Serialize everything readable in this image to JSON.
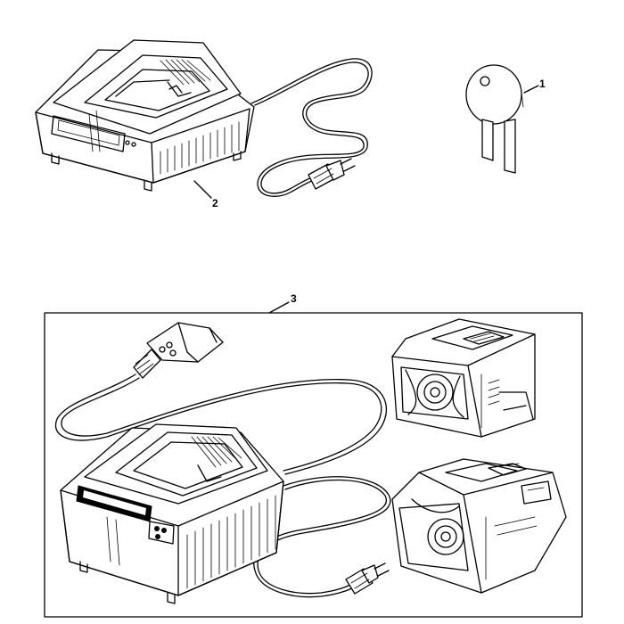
{
  "callouts": [
    {
      "id": "1",
      "label": "1"
    },
    {
      "id": "2",
      "label": "2"
    },
    {
      "id": "3",
      "label": "3"
    }
  ],
  "parts": {
    "part1": {
      "icon": "charger-key-icon"
    },
    "part2": {
      "icon": "charger-with-cable-icon"
    },
    "part3": {
      "icon": "charger-kit-icon"
    }
  }
}
